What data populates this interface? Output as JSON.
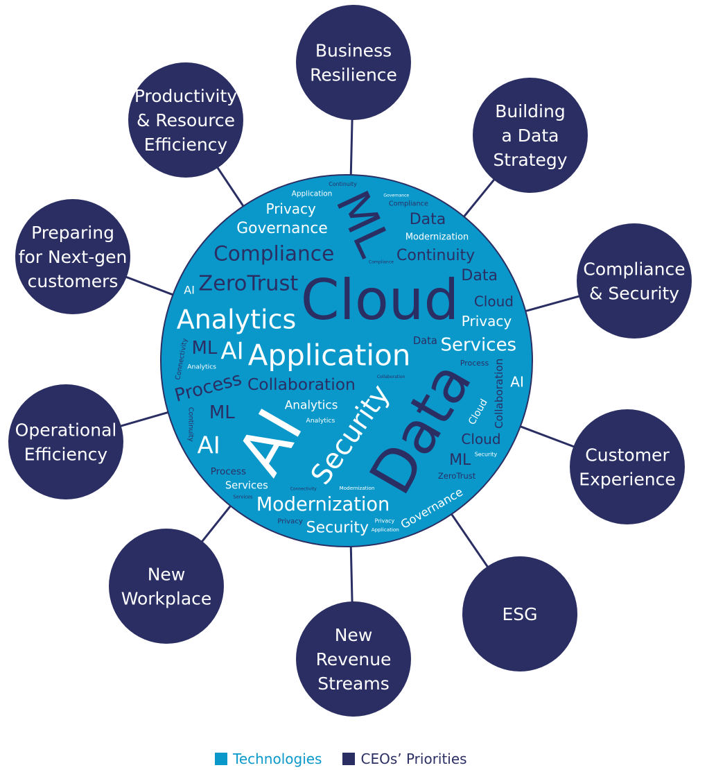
{
  "colors": {
    "technologies": "#0a98cb",
    "priorities": "#2b2e63"
  },
  "priorities": [
    {
      "lines": [
        "Business",
        "Resilience"
      ]
    },
    {
      "lines": [
        "Productivity",
        "& Resource",
        "Efficiency"
      ]
    },
    {
      "lines": [
        "Building",
        "a Data",
        "Strategy"
      ]
    },
    {
      "lines": [
        "Preparing",
        "for Next-gen",
        "customers"
      ]
    },
    {
      "lines": [
        "Compliance",
        "& Security"
      ]
    },
    {
      "lines": [
        "Operational",
        "Efficiency"
      ]
    },
    {
      "lines": [
        "Customer",
        "Experience"
      ]
    },
    {
      "lines": [
        "New",
        "Workplace"
      ]
    },
    {
      "lines": [
        "ESG"
      ]
    },
    {
      "lines": [
        "New",
        "Revenue",
        "Streams"
      ]
    }
  ],
  "words": [
    "Cloud",
    "ML",
    "Data",
    "AI",
    "Security",
    "Application",
    "Analytics",
    "Modernization",
    "ZeroTrust",
    "Collaboration",
    "Governance",
    "Compliance",
    "Services",
    "Process",
    "Privacy",
    "Continuity",
    "Connectivity",
    "Modernization",
    "Data",
    "Data",
    "Services",
    "Privacy",
    "AI",
    "AI",
    "ML",
    "ML",
    "Security",
    "Analytics",
    "AI",
    "Process",
    "Modernization",
    "Cloud",
    "Process",
    "ZeroTrust",
    "Application",
    "Analytics",
    "Compliance",
    "Collaboration",
    "Governance",
    "Continuity",
    "Privacy",
    "Cloud",
    "AI",
    "Continuity",
    "Collaboration",
    "Connectivity",
    "Governance",
    "Security",
    "Privacy",
    "Application",
    "Analytics",
    "ML",
    "Cloud",
    "Data",
    "Compliance",
    "Services"
  ],
  "legend": {
    "technologies": "Technologies",
    "priorities": "CEOs’ Priorities"
  }
}
